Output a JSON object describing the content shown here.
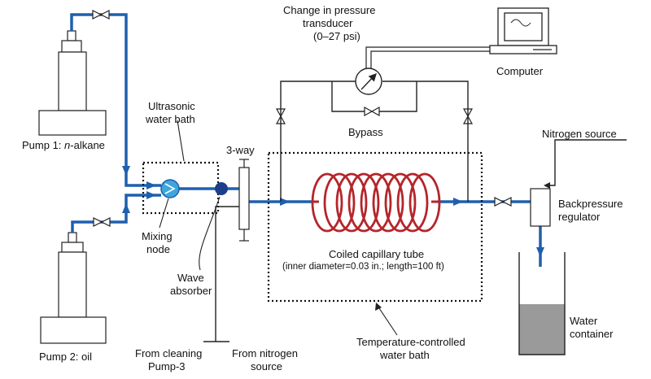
{
  "labels": {
    "pump1_prefix": "Pump 1: ",
    "pump1_italic": "n",
    "pump1_suffix": "-alkane",
    "pump2": "Pump 2: oil",
    "ultrasonic_line1": "Ultrasonic",
    "ultrasonic_line2": "water bath",
    "mixing_line1": "Mixing",
    "mixing_line2": "node",
    "wave_line1": "Wave",
    "wave_line2": "absorber",
    "three_way": "3-way",
    "pressure_line1": "Change in pressure",
    "pressure_line2": "transducer",
    "pressure_line3": "(0–27 psi)",
    "computer": "Computer",
    "bypass": "Bypass",
    "coil_line1": "Coiled capillary tube",
    "coil_line2": "(inner diameter=0.03 in.; length=100 ft)",
    "nitrogen_source": "Nitrogen source",
    "backpressure_line1": "Backpressure",
    "backpressure_line2": "regulator",
    "water_container_line1": "Water",
    "water_container_line2": "container",
    "temp_bath_line1": "Temperature-controlled",
    "temp_bath_line2": "water bath",
    "cleaning_line1": "From cleaning",
    "cleaning_line2": "Pump-3",
    "from_nitrogen_line1": "From nitrogen",
    "from_nitrogen_line2": "source"
  },
  "colors": {
    "flow_line": "#1f5fae",
    "coil": "#b5252a",
    "line": "#222222",
    "water": "#9a9a9a",
    "mixer": "#3ea6dd",
    "absorber": "#1c3f8a"
  }
}
